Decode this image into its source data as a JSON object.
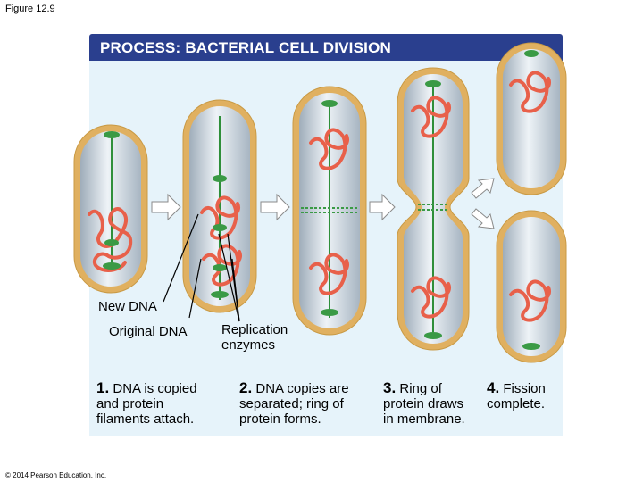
{
  "figure_label": "Figure 12.9",
  "title": "PROCESS: BACTERIAL CELL DIVISION",
  "labels": {
    "new_dna": "New DNA",
    "original_dna": "Original DNA",
    "replication_enzymes_1": "Replication",
    "replication_enzymes_2": "enzymes"
  },
  "steps": [
    {
      "number": "1.",
      "lines": [
        "DNA is copied",
        "and protein",
        "filaments attach."
      ]
    },
    {
      "number": "2.",
      "lines": [
        "DNA copies are",
        "separated; ring of",
        "protein forms."
      ]
    },
    {
      "number": "3.",
      "lines": [
        "Ring of",
        "protein draws",
        "in membrane."
      ]
    },
    {
      "number": "4.",
      "lines": [
        "Fission",
        "complete."
      ]
    }
  ],
  "copyright": "© 2014 Pearson Education, Inc.",
  "colors": {
    "header": "#2a3f8e",
    "cell_wall": "#e0b060",
    "cell_interior": "#c9d3dc",
    "dna_red": "#e8604a",
    "filament_green": "#2f8f3a",
    "arrow": "#ffffff"
  }
}
